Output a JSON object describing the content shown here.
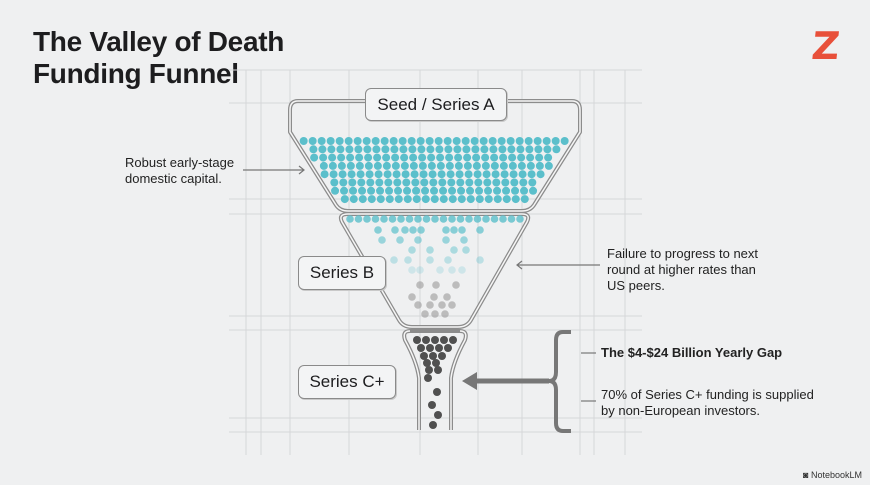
{
  "title_line1": "The Valley of Death",
  "title_line2": "Funding Funnel",
  "logo": "Z",
  "stages": {
    "seed": "Seed / Series A",
    "series_b": "Series B",
    "series_c": "Series C+"
  },
  "annotations": {
    "early_line1": "Robust early-stage",
    "early_line2": "domestic capital.",
    "failure_line1": "Failure to progress to next",
    "failure_line2": "round at higher rates than",
    "failure_line3": "US peers.",
    "gap": "The $4-$24 Billion Yearly Gap",
    "funding_line1": "70% of Series C+ funding is supplied",
    "funding_line2": "by non-European investors."
  },
  "brand": "NotebookLM",
  "colors": {
    "accent": "#e8503a",
    "seed_dots": "#5bbfcb",
    "late_dots": "#505050"
  }
}
